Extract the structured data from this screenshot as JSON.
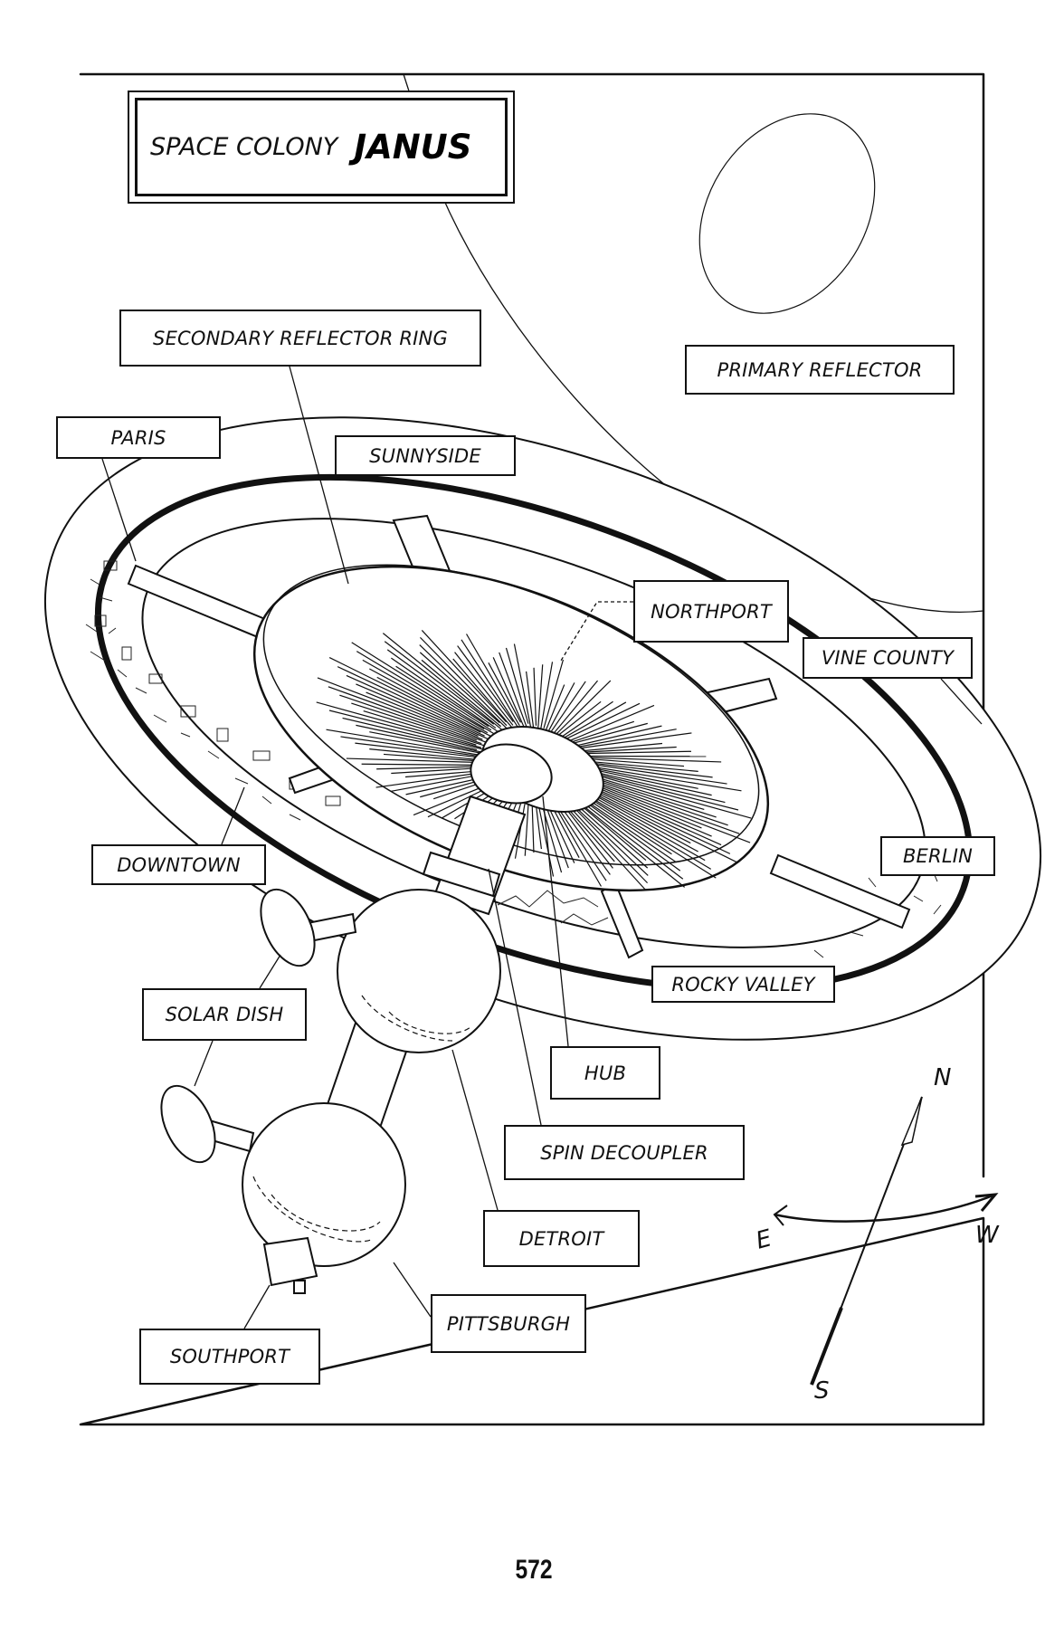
{
  "title": {
    "prefix": "SPACE COLONY",
    "name": "JANUS"
  },
  "labels": {
    "secondary_reflector_ring": "SECONDARY REFLECTOR RING",
    "primary_reflector": "PRIMARY REFLECTOR",
    "paris": "PARIS",
    "sunnyside": "SUNNYSIDE",
    "northport": "NORTHPORT",
    "vine_county": "VINE COUNTY",
    "downtown": "DOWNTOWN",
    "berlin": "BERLIN",
    "solar_dish": "SOLAR DISH",
    "rocky_valley": "ROCKY VALLEY",
    "hub": "HUB",
    "spin_decoupler": "SPIN DECOUPLER",
    "detroit": "DETROIT",
    "pittsburgh": "PITTSBURGH",
    "southport": "SOUTHPORT"
  },
  "compass": {
    "north": "N",
    "south": "S",
    "east": "E",
    "west": "W"
  },
  "page_number": "572"
}
